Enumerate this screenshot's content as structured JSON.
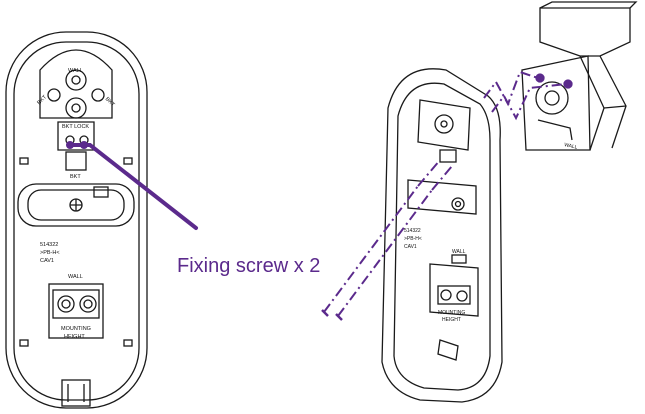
{
  "callout": {
    "text": "Fixing screw x 2"
  },
  "front_panel": {
    "top_label": "WALL",
    "left_label": "BKT",
    "right_label": "BKT",
    "lock_label": "BKT LOCK",
    "lower_bkt_label": "BKT",
    "model_line1": "514322",
    "model_line2": ">PB-H<",
    "model_line3": "CAV1",
    "wall_label": "WALL",
    "mounting_line1": "MOUNTING",
    "mounting_line2": "HEIGHT"
  },
  "angled_panel": {
    "model_line1": "514322",
    "model_line2": ">PB-H<",
    "model_line3": "CAV1",
    "wall_label": "WALL",
    "mounting_line1": "MOUNTING",
    "mounting_line2": "HEIGHT",
    "bracket_label": "WALL"
  },
  "colors": {
    "accent": "#5b2a8c",
    "line": "#1a1a1a"
  }
}
